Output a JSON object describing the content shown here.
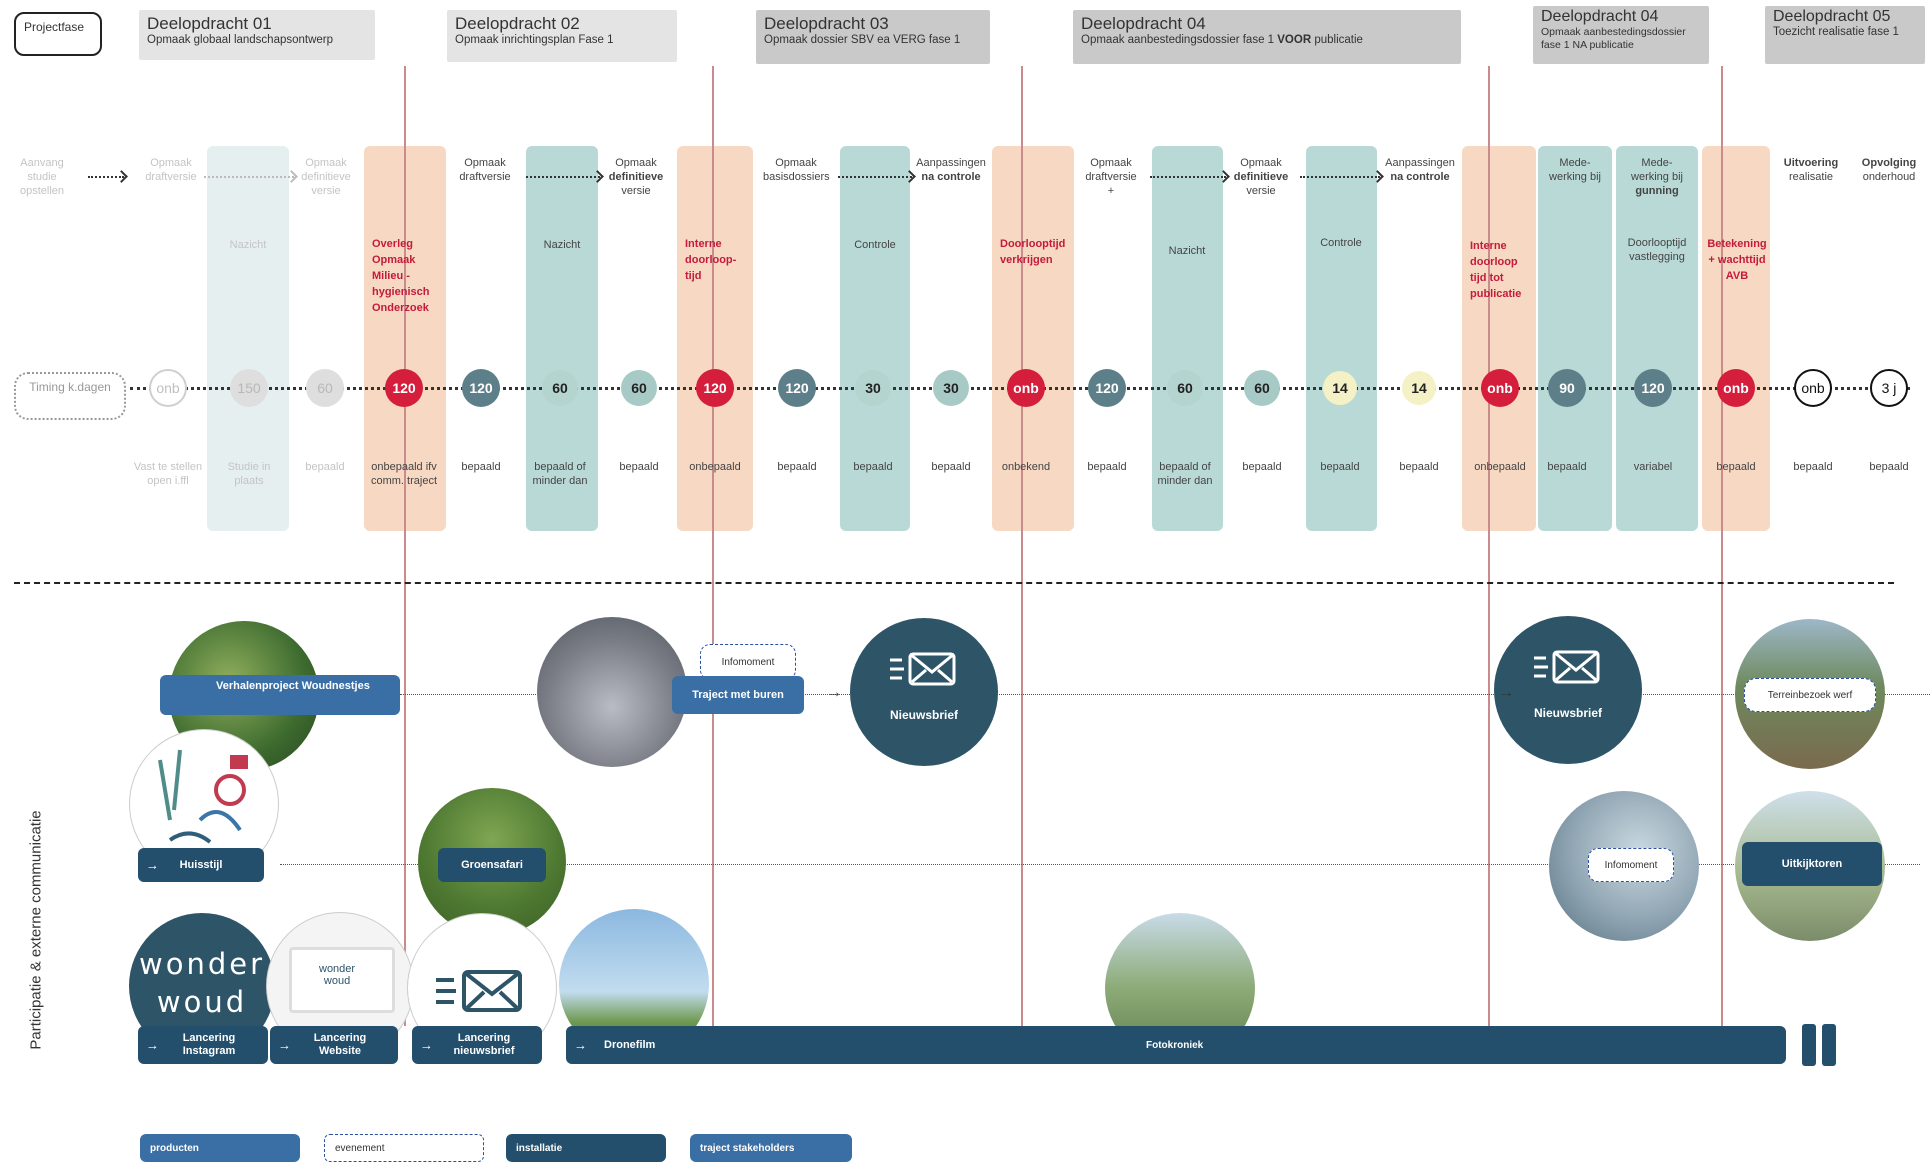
{
  "phase_label": "Projectfase",
  "deelopdrachten": [
    {
      "title": "Deelopdracht 01",
      "subtitle": "Opmaak globaal landschapsontwerp"
    },
    {
      "title": "Deelopdracht 02",
      "subtitle": "Opmaak inrichtingsplan Fase 1"
    },
    {
      "title": "Deelopdracht 03",
      "subtitle": "Opmaak dossier SBV ea VERG fase 1"
    },
    {
      "title": "Deelopdracht 04",
      "subtitle_pre": "Opmaak aanbestedingsdossier fase 1 ",
      "subtitle_bold": "VOOR",
      "subtitle_post": " publicatie"
    },
    {
      "title": "Deelopdracht 04",
      "subtitle": "Opmaak aanbestedingsdossier fase 1 NA publicatie"
    },
    {
      "title": "Deelopdracht 05",
      "subtitle": "Toezicht realisatie fase 1"
    }
  ],
  "steps": {
    "s1": "Aanvang studie opstellen",
    "s2": "Opmaak draftversie",
    "s3": "Opmaak definitieve versie",
    "s4": "Opmaak draftversie",
    "s5a": "Opmaak",
    "s5b": "definitieve",
    "s5c": "versie",
    "s6": "Opmaak basisdossiers",
    "s7a": "Aanpassingen",
    "s7b": "na controle",
    "s8": "Opmaak draftversie +",
    "s9a": "Opmaak",
    "s9b": "definitieve",
    "s9c": "versie",
    "s10a": "Aanpassingen",
    "s10b": "na controle",
    "s11": "Mede-werking bij",
    "s12a": "Mede-werking bij",
    "s12b": "gunning",
    "s13a": "Uitvoering",
    "s13b": "realisatie",
    "s14a": "Opvolging",
    "s14b": "onderhoud"
  },
  "column_labels": {
    "nazicht_faded": "Nazicht",
    "overleg": "Overleg Opmaak Milieu - hygienisch Onderzoek",
    "nazicht1": "Nazicht",
    "interne1": "Interne doorloop-tijd",
    "controle1": "Controle",
    "doorlooptijd": "Doorlooptijd verkrijgen",
    "nazicht2": "Nazicht",
    "controle2": "Controle",
    "interne2": "Interne doorloop tijd tot publicatie",
    "doorlooptijd_vast": "Doorlooptijd vastlegging",
    "betekening": "Betekening + wachttijd AVB"
  },
  "timing_label": "Timing k.dagen",
  "timeline_values": [
    "onb",
    "150",
    "60",
    "120",
    "120",
    "60",
    "60",
    "120",
    "120",
    "30",
    "30",
    "onb",
    "120",
    "60",
    "60",
    "14",
    "14",
    "onb",
    "90",
    "120",
    "onb",
    "onb",
    "3 j"
  ],
  "bottom_labels": [
    "Vast te stellen open i.ffl",
    "Studie in plaats",
    "bepaald",
    "onbepaald ifv comm. traject",
    "bepaald",
    "bepaald of minder dan",
    "bepaald",
    "onbepaald",
    "bepaald",
    "bepaald",
    "bepaald",
    "onbekend",
    "bepaald",
    "bepaald of minder dan",
    "bepaald",
    "bepaald",
    "bepaald",
    "onbepaald",
    "bepaald",
    "variabel",
    "bepaald",
    "bepaald",
    "bepaald"
  ],
  "communication": {
    "y_label": "Participatie & externe communicatie",
    "verhalenproject": "Verhalenproject Woudnestjes",
    "infomoment1": "Infomoment",
    "traject_met_buren": "Traject met buren",
    "nieuwsbrief1": "Nieuwsbrief",
    "nieuwsbrief2": "Nieuwsbrief",
    "terreinbezoek": "Terreinbezoek werf",
    "huisstijl": "Huisstijl",
    "groensafari": "Groensafari",
    "infomoment2": "Infomoment",
    "uitkijktoren": "Uitkijktoren",
    "logo_line1": "wonder",
    "logo_line2": "woud",
    "lancering_instagram": "Lancering Instagram",
    "lancering_website": "Lancering Website",
    "lancering_nieuwsbrief": "Lancering nieuwsbrief",
    "dronefilm": "Dronefilm",
    "fotokroniek": "Fotokroniek"
  },
  "legend": {
    "producten": "producten",
    "evenement": "evenement",
    "installatie": "installatie",
    "traject": "traject stakeholders"
  },
  "colors": {
    "accent_red": "#d41e3c",
    "navy": "#234e6c",
    "teal": "#b9d9d6",
    "orange": "#f7d8c3",
    "slate": "#5d7f8a"
  }
}
